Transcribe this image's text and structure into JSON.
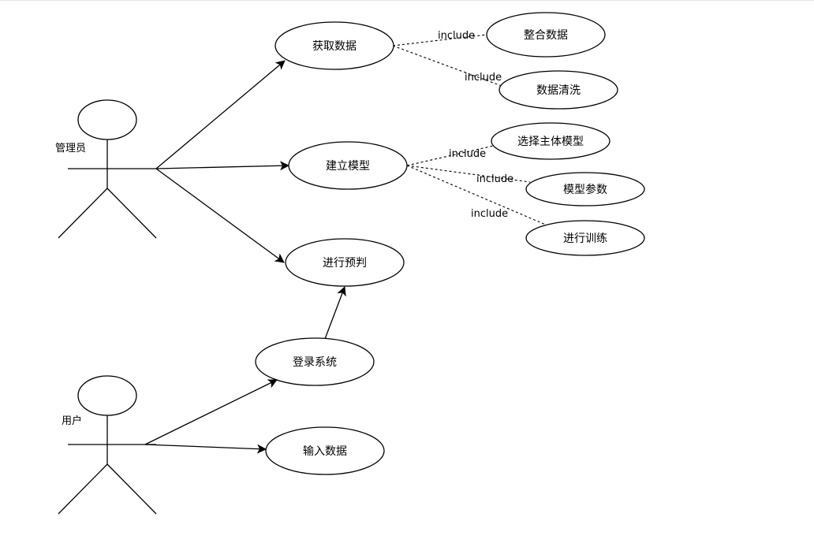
{
  "actors": {
    "admin": {
      "label": "管理员"
    },
    "user": {
      "label": "用户"
    }
  },
  "use_cases": {
    "get_data": "获取数据",
    "build_model": "建立模型",
    "predict": "进行预判",
    "login": "登录系统",
    "input_data": "输入数据",
    "integrate_data": "整合数据",
    "clean_data": "数据清洗",
    "select_model": "选择主体模型",
    "model_params": "模型参数",
    "train": "进行训练"
  },
  "relations": {
    "include_label": "include"
  },
  "colors": {
    "stroke": "#000000",
    "fill": "#ffffff"
  }
}
